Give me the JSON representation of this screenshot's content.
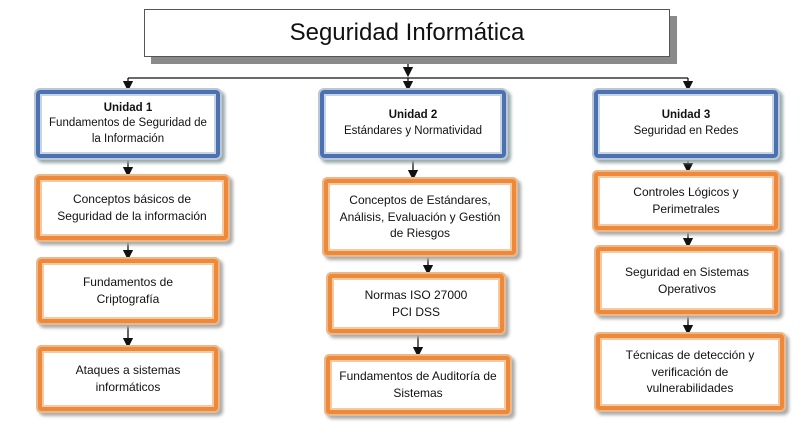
{
  "title": "Seguridad Informática",
  "units": [
    {
      "heading": "Unidad 1",
      "subtitle": "Fundamentos de Seguridad de la Información",
      "topics": [
        "Conceptos básicos  de Seguridad de la información",
        "Fundamentos de Criptografía",
        "Ataques a sistemas informáticos"
      ]
    },
    {
      "heading": "Unidad 2",
      "subtitle": "Estándares y Normatividad",
      "topics": [
        "Conceptos de Estándares, Análisis, Evaluación y Gestión de Riesgos",
        "Normas ISO 27000\nPCI DSS",
        "Fundamentos de Auditoría de Sistemas"
      ]
    },
    {
      "heading": "Unidad 3",
      "subtitle": "Seguridad en Redes",
      "topics": [
        "Controles Lógicos y Perimetrales",
        "Seguridad en Sistemas Operativos",
        "Técnicas de detección y verificación de vulnerabilidades"
      ]
    }
  ],
  "colors": {
    "unit_border": "#4a72b0",
    "topic_border": "#f0883a",
    "title_shadow": "#8a8a8a"
  }
}
